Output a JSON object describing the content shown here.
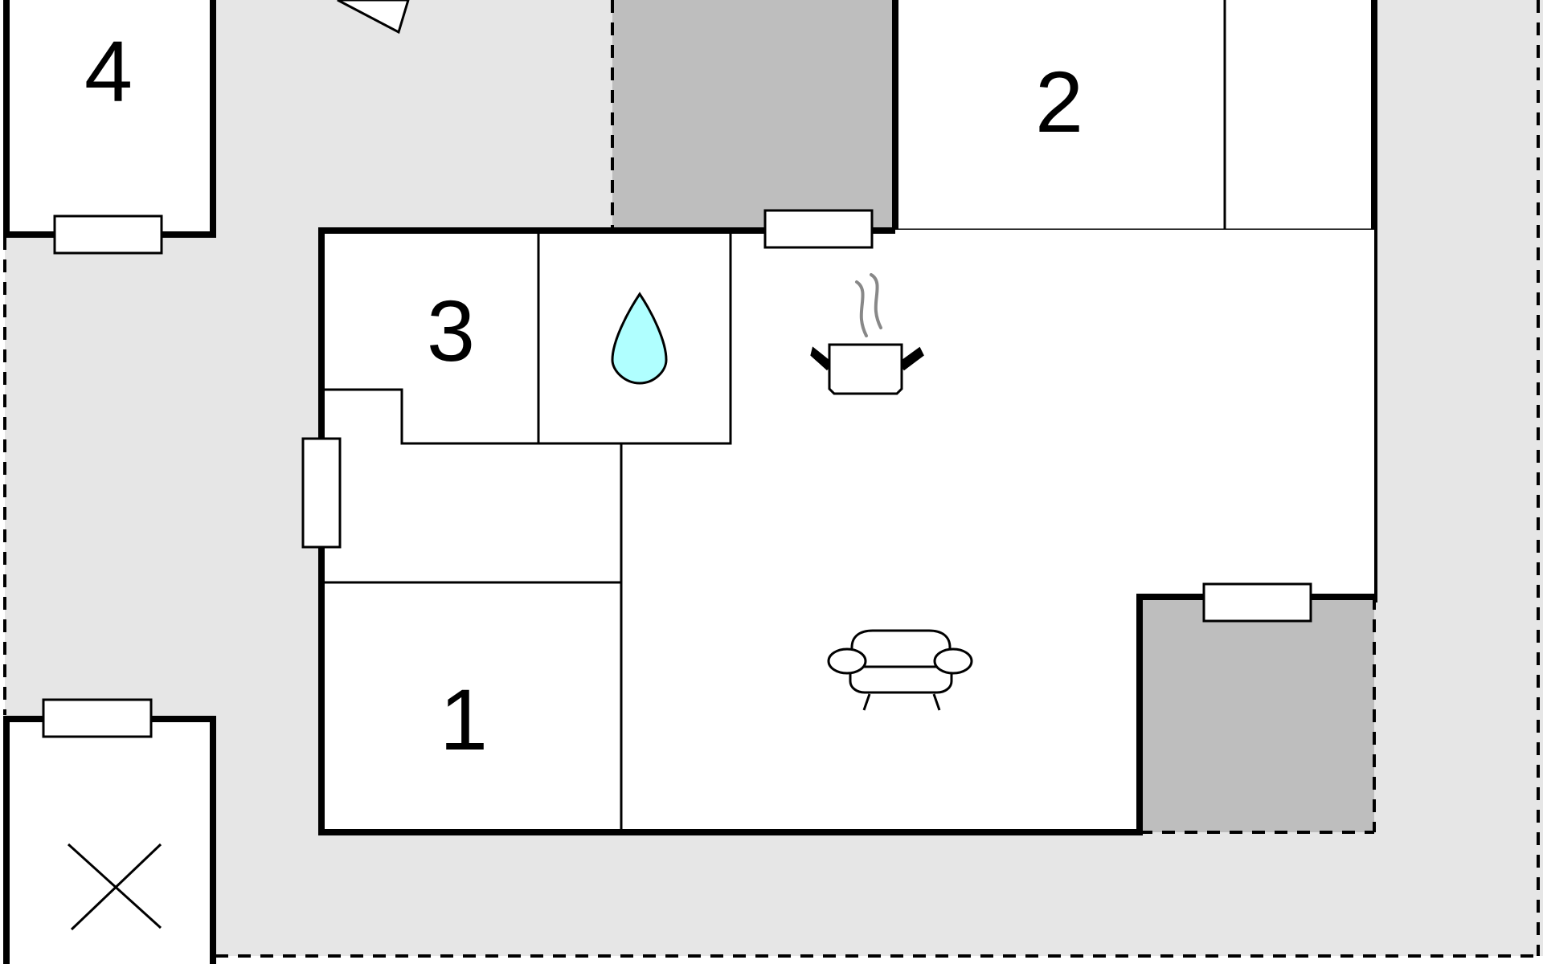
{
  "rooms": [
    {
      "id": "room-1",
      "label": "1"
    },
    {
      "id": "room-2",
      "label": "2"
    },
    {
      "id": "room-3",
      "label": "3"
    },
    {
      "id": "room-4",
      "label": "4"
    }
  ],
  "icons": {
    "bathroom": "water-drop-icon",
    "kitchen": "cooking-pot-icon",
    "living": "sofa-icon",
    "storage": "cross-icon"
  },
  "colors": {
    "outdoor": "#e6e6e6",
    "covered_area": "#bebebe",
    "room_fill": "#ffffff",
    "wall": "#000000",
    "water_drop": "#b0ffff",
    "steam": "#888888"
  }
}
